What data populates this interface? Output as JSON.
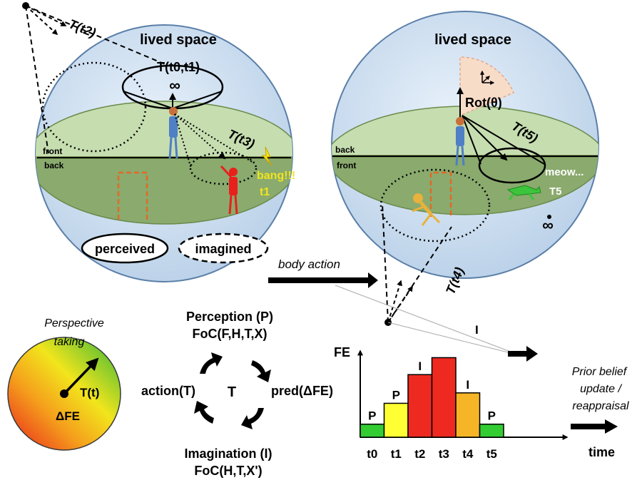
{
  "left_sphere": {
    "title": "lived space",
    "label_t_t0_t1": "T(t0,t1)",
    "infinity": "∞",
    "label_t_t2": "T(t2)",
    "label_t_t3": "T(t3)",
    "front": "front",
    "back": "back",
    "bang": "bang!!!",
    "t1": "t1",
    "perceived": "perceived",
    "imagined": "imagined"
  },
  "right_sphere": {
    "title": "lived space",
    "rot": "Rot(θ)",
    "label_t_t5": "T(t5)",
    "back": "back",
    "front": "front",
    "meow": "meow...",
    "t5": "T5",
    "infinity": "∞",
    "label_t_t4": "T(t4)"
  },
  "body_action": "body action",
  "perspective": {
    "line1": "Perspective",
    "line2": "taking",
    "tt": "T(t)",
    "dfe": "ΔFE"
  },
  "cycle": {
    "perception_title": "Perception (P)",
    "perception_foc": "FoC(F,H,T,X)",
    "pred": "pred(ΔFE)",
    "action": "action(T)",
    "center": "T",
    "imagination_title": "Imagination (I)",
    "imagination_foc": "FoC(H,T,X')"
  },
  "chart_labels": {
    "top_i": "I",
    "prior_line1": "Prior belief",
    "prior_line2": "update /",
    "prior_line3": "reappraisal"
  },
  "chart_data": {
    "type": "bar",
    "ylabel": "FE",
    "xlabel": "time",
    "categories": [
      "t0",
      "t1",
      "t2",
      "t3",
      "t4",
      "t5"
    ],
    "values": [
      1,
      2.6,
      4.8,
      6.1,
      3.4,
      1
    ],
    "bar_labels": [
      "P",
      "P",
      "I",
      "",
      "I",
      "P"
    ],
    "colors": [
      "#33cc33",
      "#ffff33",
      "#ee2a20",
      "#ee2a20",
      "#f6b526",
      "#33cc33"
    ],
    "ylim": [
      0,
      7
    ]
  }
}
